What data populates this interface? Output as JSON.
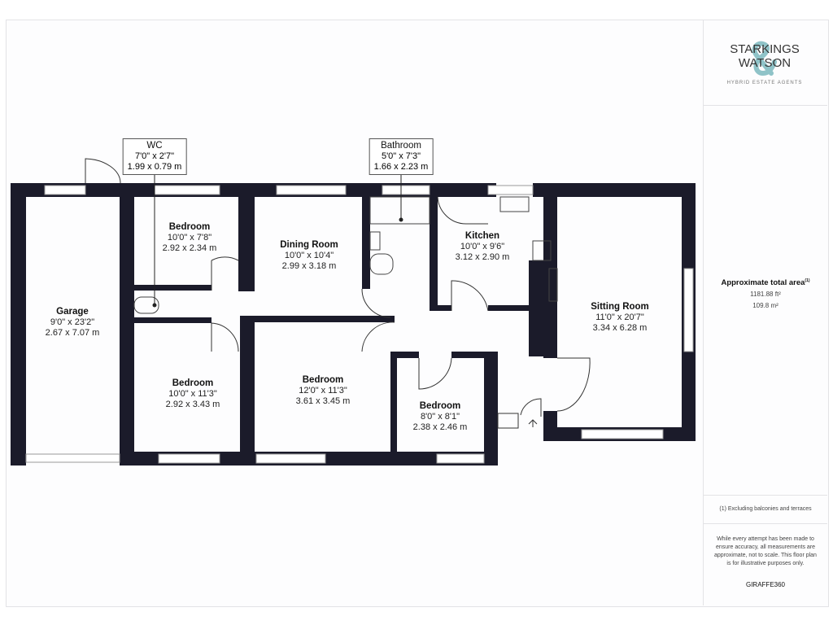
{
  "brand": {
    "name_line1": "STARKINGS",
    "name_line2": "WATSON",
    "tagline": "HYBRID ESTATE AGENTS"
  },
  "area": {
    "title": "Approximate total area",
    "footnote_mark": "(1)",
    "sqft": "1181.88 ft²",
    "sqm": "109.8 m²"
  },
  "footnote": "(1) Excluding balconies and terraces",
  "disclaimer": "While every attempt has been made to ensure accuracy, all measurements are approximate, not to scale. This floor plan is for illustrative purposes only.",
  "credit": "GIRAFFE360",
  "rooms": {
    "wc": {
      "name": "WC",
      "imperial": "7'0\" x 2'7\"",
      "metric": "1.99 x 0.79 m"
    },
    "bathroom": {
      "name": "Bathroom",
      "imperial": "5'0\" x 7'3\"",
      "metric": "1.66 x 2.23 m"
    },
    "garage": {
      "name": "Garage",
      "imperial": "9'0\" x 23'2\"",
      "metric": "2.67 x 7.07 m"
    },
    "bedroom1": {
      "name": "Bedroom",
      "imperial": "10'0\" x 7'8\"",
      "metric": "2.92 x 2.34 m"
    },
    "dining": {
      "name": "Dining Room",
      "imperial": "10'0\" x 10'4\"",
      "metric": "2.99 x 3.18 m"
    },
    "kitchen": {
      "name": "Kitchen",
      "imperial": "10'0\" x 9'6\"",
      "metric": "3.12 x 2.90 m"
    },
    "sitting": {
      "name": "Sitting Room",
      "imperial": "11'0\" x 20'7\"",
      "metric": "3.34 x 6.28 m"
    },
    "bedroom2": {
      "name": "Bedroom",
      "imperial": "10'0\" x 11'3\"",
      "metric": "2.92 x 3.43 m"
    },
    "bedroom3": {
      "name": "Bedroom",
      "imperial": "12'0\" x 11'3\"",
      "metric": "3.61 x 3.45 m"
    },
    "bedroom4": {
      "name": "Bedroom",
      "imperial": "8'0\" x 8'1\"",
      "metric": "2.38 x 2.46 m"
    }
  }
}
